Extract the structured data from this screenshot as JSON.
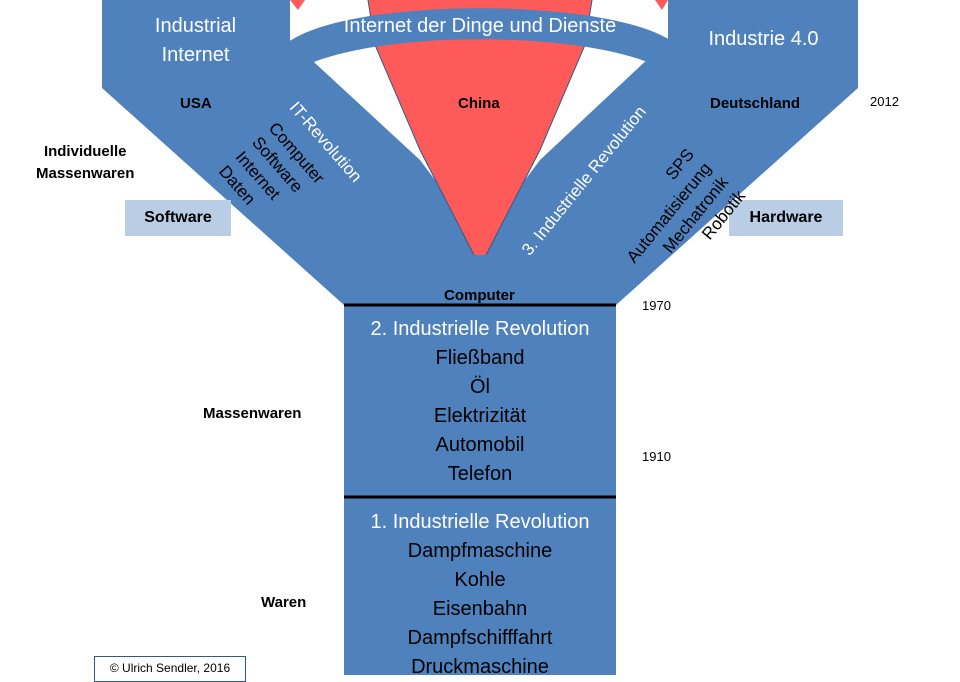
{
  "top": {
    "left_title_line1": "Industrial",
    "left_title_line2": "Internet",
    "arc_title": "Internet der Dinge und Dienste",
    "right_title": "Industrie 4.0",
    "left_region": "USA",
    "center_region": "China",
    "right_region": "Deutschland"
  },
  "years": {
    "y2012": "2012",
    "y1970": "1970",
    "y1910": "1910"
  },
  "side_labels": {
    "individual_line1": "Individuelle",
    "individual_line2": "Massenwaren",
    "mass": "Massenwaren",
    "goods": "Waren"
  },
  "boxes": {
    "software": "Software",
    "hardware": "Hardware"
  },
  "left_branch": {
    "title": "IT-Revolution",
    "items": [
      "Computer",
      "Software",
      "Internet",
      "Daten"
    ]
  },
  "right_branch": {
    "title": "3. Industrielle Revolution",
    "items": [
      "SPS",
      "Automatisierung",
      "Mechatronik",
      "Robotik"
    ]
  },
  "junction_label": "Computer",
  "second_revolution": {
    "title": "2. Industrielle Revolution",
    "items": [
      "Fließband",
      "Öl",
      "Elektrizität",
      "Automobil",
      "Telefon"
    ]
  },
  "first_revolution": {
    "title": "1. Industrielle Revolution",
    "items": [
      "Dampfmaschine",
      "Kohle",
      "Eisenbahn",
      "Dampfschifffahrt",
      "Druckmaschine"
    ]
  },
  "copyright": "© Ulrich Sendler, 2016",
  "colors": {
    "blue": "#4f81bd",
    "red": "#fe5a5a",
    "light_blue": "#b9cde5"
  }
}
